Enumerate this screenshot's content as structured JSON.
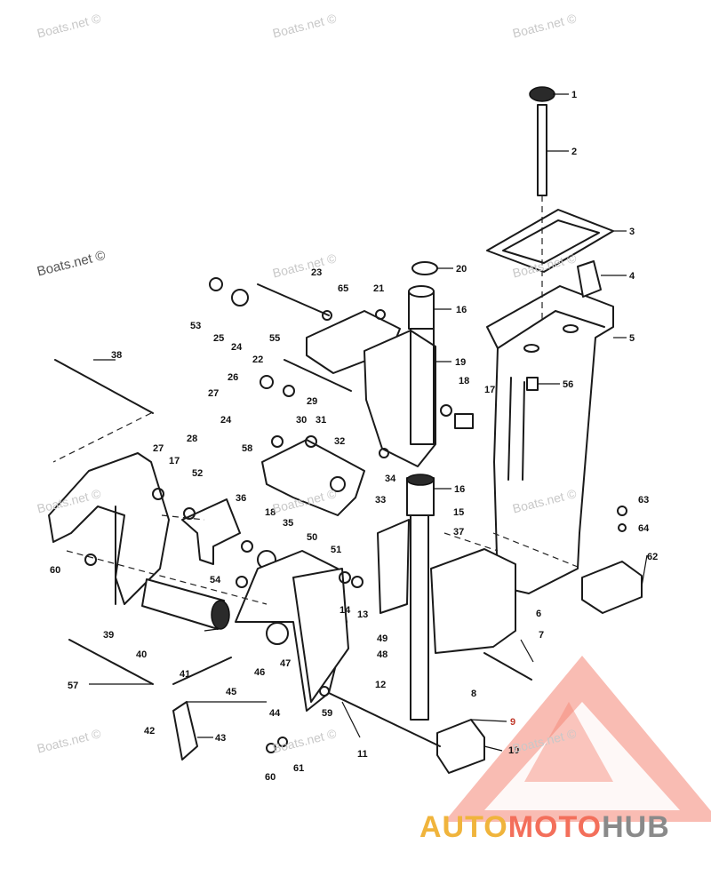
{
  "watermarks": [
    "Boats.net ©",
    "Boats.net ©",
    "Boats.net ©",
    "Boats.net ©",
    "Boats.net ©",
    "Boats.net ©",
    "Boats.net ©",
    "Boats.net ©",
    "Boats.net ©",
    "Boats.net ©",
    "Boats.net ©",
    "Boats.net ©"
  ],
  "brand": {
    "part1": "AUTO",
    "part2": "MOTO",
    "part3": "HUB"
  },
  "colors": {
    "logo_red": "#f36f5b",
    "logo_yellow": "#f0b43c",
    "logo_gray": "#8a8a8a",
    "ink": "#1a1a1a"
  },
  "callouts": [
    "1",
    "2",
    "3",
    "4",
    "5",
    "20",
    "16",
    "21",
    "65",
    "23",
    "53",
    "25",
    "24",
    "55",
    "19",
    "38",
    "22",
    "26",
    "27",
    "29",
    "24",
    "18",
    "17",
    "56",
    "28",
    "30",
    "31",
    "32",
    "58",
    "17",
    "27",
    "52",
    "34",
    "16",
    "33",
    "36",
    "18",
    "35",
    "15",
    "37",
    "60",
    "63",
    "64",
    "62",
    "50",
    "51",
    "54",
    "14",
    "13",
    "39",
    "40",
    "6",
    "49",
    "48",
    "41",
    "46",
    "47",
    "45",
    "7",
    "57",
    "44",
    "59",
    "12",
    "8",
    "9",
    "42",
    "43",
    "11",
    "10",
    "61",
    "60"
  ]
}
